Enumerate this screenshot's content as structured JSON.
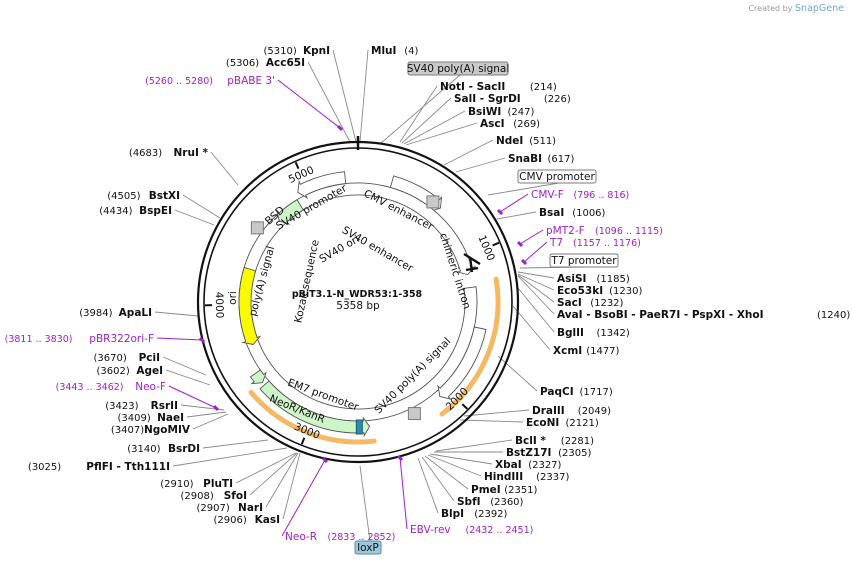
{
  "credit": {
    "prefix": "Created by",
    "brand": "SnapGene"
  },
  "plasmid": {
    "name": "pBiT3.1-N_WDR53:1-358",
    "size_label": "5358 bp",
    "length": 5358
  },
  "ticks": [
    {
      "bp": 1000,
      "label": "1000"
    },
    {
      "bp": 2000,
      "label": "2000"
    },
    {
      "bp": 3000,
      "label": "3000"
    },
    {
      "bp": 4000,
      "label": "4000"
    },
    {
      "bp": 5000,
      "label": "5000"
    }
  ],
  "features": [
    {
      "name": "CMV enhancer",
      "start": 235,
      "end": 614,
      "strand": 1,
      "color": "#ffffff",
      "track": 0
    },
    {
      "name": "chimeric intron",
      "start": 1230,
      "end": 1130,
      "strand": 1,
      "color": "#ffffff",
      "track": 1
    },
    {
      "name": "SV40 poly(A) signal",
      "start": 1520,
      "end": 2070,
      "strand": 1,
      "color": "#ffffff",
      "track": 0
    },
    {
      "name": "NeoR/KanR",
      "start": 2600,
      "end": 3400,
      "strand": -1,
      "color": "#ccf5c8",
      "track": 0
    },
    {
      "name": "EM7 promoter",
      "start": 3420,
      "end": 3500,
      "strand": -1,
      "color": "#ccf5c8",
      "track": 0
    },
    {
      "name": "ori",
      "start": 3690,
      "end": 4270,
      "strand": -1,
      "color": "#fbfb00",
      "track": 1
    },
    {
      "name": "BSD",
      "start": 4700,
      "end": 4900,
      "strand": -1,
      "color": "#ccf5c8",
      "track": 1
    },
    {
      "name": "SV40 promoter",
      "start": 4930,
      "end": 5270,
      "strand": -1,
      "color": "#ffffff",
      "track": 0
    }
  ],
  "enzymes": [
    {
      "name": "MluI",
      "pos": "(4)"
    },
    {
      "name": "KpnI",
      "pos": "(5310)"
    },
    {
      "name": "Acc65I",
      "pos": "(5306)"
    },
    {
      "name": "NotI",
      "extra": [
        "SacII"
      ],
      "pos": "(214)"
    },
    {
      "name": "SalI",
      "extra": [
        "SgrDI"
      ],
      "pos": "(226)"
    },
    {
      "name": "BsiWI",
      "pos": "(247)"
    },
    {
      "name": "AscI",
      "pos": "(269)"
    },
    {
      "name": "NdeI",
      "pos": "(511)"
    },
    {
      "name": "SnaBI",
      "pos": "(617)"
    },
    {
      "name": "BsaI",
      "pos": "(1006)"
    },
    {
      "name": "AsiSI",
      "pos": "(1185)"
    },
    {
      "name": "Eco53kI",
      "pos": "(1230)"
    },
    {
      "name": "SacI",
      "pos": "(1232)"
    },
    {
      "name": "AvaI",
      "extra": [
        "BsoBI",
        "PaeR7I",
        "PspXI",
        "XhoI"
      ],
      "pos": "(1240)"
    },
    {
      "name": "BglII",
      "pos": "(1342)"
    },
    {
      "name": "XcmI",
      "pos": "(1477)"
    },
    {
      "name": "PaqCI",
      "pos": "(1717)"
    },
    {
      "name": "DraIII",
      "pos": "(2049)"
    },
    {
      "name": "EcoNI",
      "pos": "(2121)"
    },
    {
      "name": "BclI *",
      "pos": "(2281)"
    },
    {
      "name": "BstZ17I",
      "pos": "(2305)"
    },
    {
      "name": "XbaI",
      "pos": "(2327)"
    },
    {
      "name": "HindIII",
      "pos": "(2337)"
    },
    {
      "name": "PmeI",
      "pos": "(2351)"
    },
    {
      "name": "SbfI",
      "pos": "(2360)"
    },
    {
      "name": "BlpI",
      "pos": "(2392)"
    },
    {
      "name": "KasI",
      "pos": "(2906)"
    },
    {
      "name": "NarI",
      "pos": "(2907)"
    },
    {
      "name": "SfoI",
      "pos": "(2908)"
    },
    {
      "name": "PluTI",
      "pos": "(2910)"
    },
    {
      "name": "PflFI",
      "extra": [
        "Tth111I"
      ],
      "pos": "(3025)"
    },
    {
      "name": "BsrDI",
      "pos": "(3140)"
    },
    {
      "name": "NgoMIV",
      "pos": "(3407)"
    },
    {
      "name": "NaeI",
      "pos": "(3409)"
    },
    {
      "name": "RsrII",
      "pos": "(3423)"
    },
    {
      "name": "AgeI",
      "pos": "(3602)"
    },
    {
      "name": "PciI",
      "pos": "(3670)"
    },
    {
      "name": "ApaLI",
      "pos": "(3984)"
    },
    {
      "name": "BspEI",
      "pos": "(4434)"
    },
    {
      "name": "BstXI",
      "pos": "(4505)"
    },
    {
      "name": "NruI *",
      "pos": "(4683)"
    }
  ],
  "primers": [
    {
      "name": "pBABE 3'",
      "pos": "(5260 .. 5280)"
    },
    {
      "name": "CMV-F",
      "pos": "(796 .. 816)"
    },
    {
      "name": "pMT2-F",
      "pos": "(1096 .. 1115)"
    },
    {
      "name": "T7",
      "pos": "(1157 .. 1176)"
    },
    {
      "name": "pBR322ori-F",
      "pos": "(3811 .. 3830)"
    },
    {
      "name": "Neo-F",
      "pos": "(3443 .. 3462)"
    },
    {
      "name": "Neo-R",
      "pos": "(2833 .. 2852)"
    },
    {
      "name": "EBV-rev",
      "pos": "(2432 .. 2451)"
    }
  ],
  "boxed": [
    {
      "name": "SV40 poly(A) signal",
      "style": "gray"
    },
    {
      "name": "CMV promoter",
      "style": "white"
    },
    {
      "name": "T7 promoter",
      "style": "white"
    },
    {
      "name": "loxP",
      "style": "blue"
    }
  ],
  "inner_labels": [
    "Kozak sequence",
    "SV40 ori",
    "SV40 enhancer"
  ],
  "colors": {
    "ring": "#111111",
    "primer": "#a020c8",
    "ori_feature": "#fbfb00",
    "marker_feature": "#ccf5c8",
    "highlight": "#f5b964"
  }
}
